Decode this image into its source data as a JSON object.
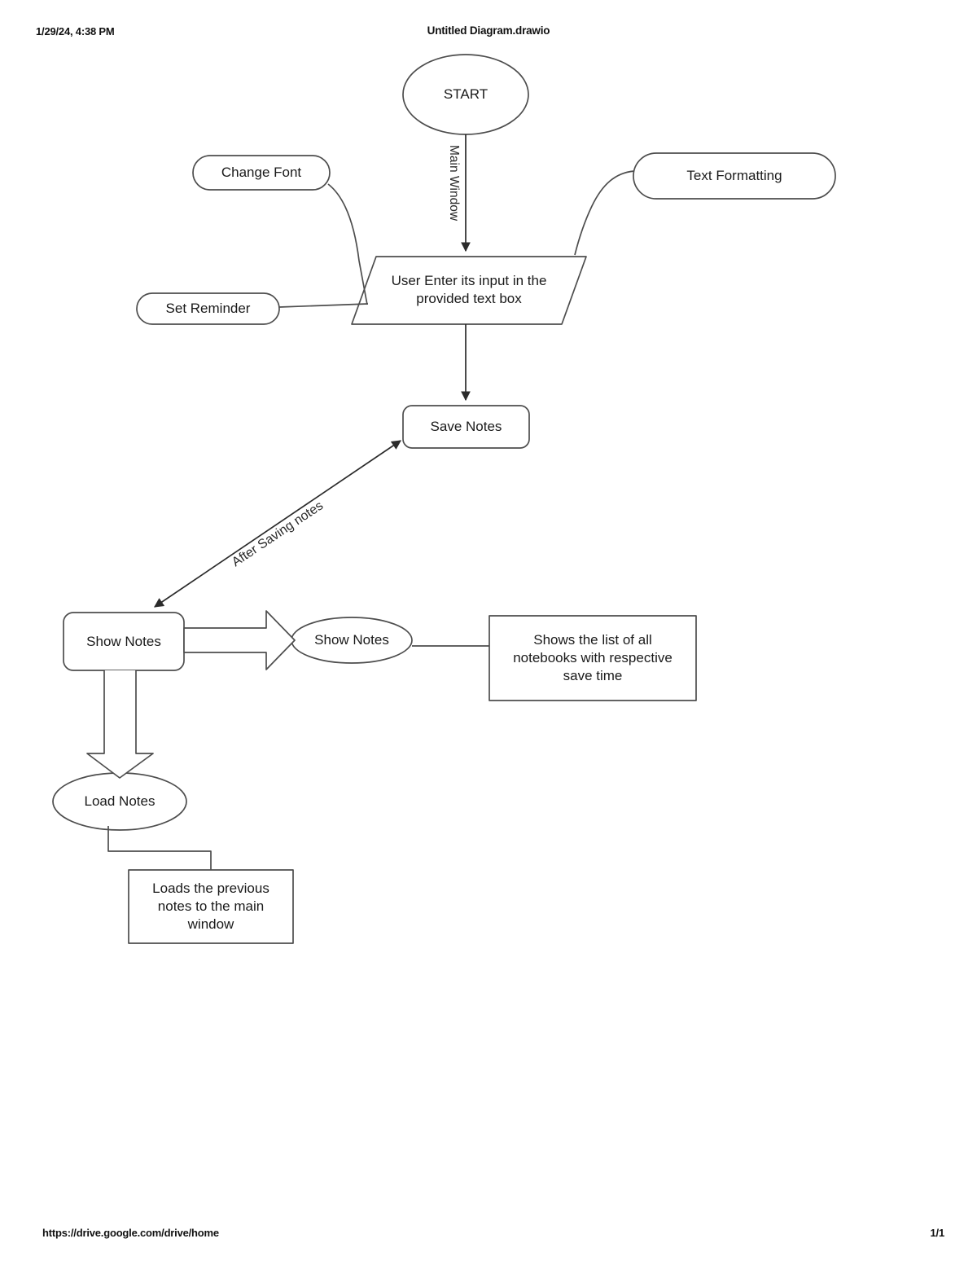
{
  "page": {
    "header": {
      "date": "1/29/24, 4:38 PM",
      "title": "Untitled Diagram.drawio"
    },
    "footer": {
      "url": "https://drive.google.com/drive/home",
      "page_number": "1/1"
    }
  },
  "diagram": {
    "type": "flowchart",
    "stroke_color": "#4d4d4d",
    "text_color": "#1a1a1a",
    "fill_color": "#ffffff",
    "nodes": [
      {
        "id": "start",
        "shape": "ellipse",
        "label": "START"
      },
      {
        "id": "change-font",
        "shape": "rounded-rect",
        "label": "Change Font"
      },
      {
        "id": "text-formatting",
        "shape": "rounded-rect",
        "label": "Text Formatting"
      },
      {
        "id": "set-reminder",
        "shape": "rounded-rect",
        "label": "Set Reminder"
      },
      {
        "id": "user-input",
        "shape": "parallelogram",
        "label": "User Enter its input in the\nprovided text box"
      },
      {
        "id": "save-notes",
        "shape": "rounded-rect",
        "label": "Save Notes"
      },
      {
        "id": "show-notes-box",
        "shape": "rounded-rect",
        "label": "Show Notes"
      },
      {
        "id": "show-notes-oval",
        "shape": "ellipse",
        "label": "Show Notes"
      },
      {
        "id": "notebooks-note",
        "shape": "rect",
        "label": "Shows the list of all\nnotebooks with respective\nsave time"
      },
      {
        "id": "load-notes",
        "shape": "ellipse",
        "label": "Load Notes"
      },
      {
        "id": "load-notes-note",
        "shape": "rect",
        "label": "Loads the previous\nnotes to the main\nwindow"
      }
    ],
    "edges": [
      {
        "id": "start-to-input",
        "from": "start",
        "to": "user-input",
        "label": "Main Window",
        "arrow": "single"
      },
      {
        "id": "changefont-to-input",
        "from": "change-font",
        "to": "user-input",
        "label": "",
        "arrow": "none"
      },
      {
        "id": "textformatting-to-input",
        "from": "text-formatting",
        "to": "user-input",
        "label": "",
        "arrow": "none"
      },
      {
        "id": "setreminder-to-input",
        "from": "set-reminder",
        "to": "user-input",
        "label": "",
        "arrow": "none"
      },
      {
        "id": "input-to-save",
        "from": "user-input",
        "to": "save-notes",
        "label": "",
        "arrow": "single"
      },
      {
        "id": "save-to-shownotes",
        "from": "save-notes",
        "to": "show-notes-box",
        "label": "After Saving notes",
        "arrow": "double"
      },
      {
        "id": "shownotes-to-oval",
        "from": "show-notes-box",
        "to": "show-notes-oval",
        "label": "",
        "arrow": "block"
      },
      {
        "id": "oval-to-note",
        "from": "show-notes-oval",
        "to": "notebooks-note",
        "label": "",
        "arrow": "none"
      },
      {
        "id": "shownotes-to-load",
        "from": "show-notes-box",
        "to": "load-notes",
        "label": "",
        "arrow": "block"
      },
      {
        "id": "load-to-note",
        "from": "load-notes",
        "to": "load-notes-note",
        "label": "",
        "arrow": "none"
      }
    ]
  }
}
